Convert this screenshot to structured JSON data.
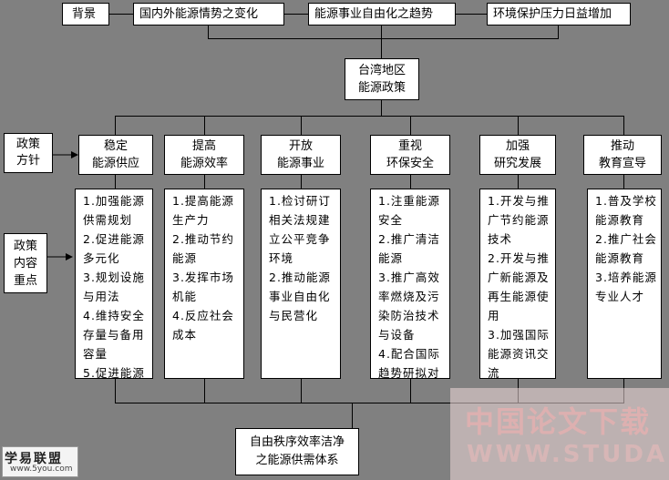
{
  "top_row": {
    "background": "背景",
    "factor_1": "国内外能源情势之变化",
    "factor_2": "能源事业自由化之趋势",
    "factor_3": "环境保护压力日益增加"
  },
  "center": {
    "line1": "台湾地区",
    "line2": "能源政策"
  },
  "policy_label": {
    "line1": "政策",
    "line2": "方针"
  },
  "content_label": {
    "line1": "政策",
    "line2": "内容",
    "line3": "重点"
  },
  "policies": [
    {
      "title": "稳定",
      "subtitle": "能源供应",
      "items": [
        "1.加强能源供需规划",
        "2.促进能源多元化",
        "3.规划设施与用法",
        "4.维持安全存量与备用容量",
        "5.促进能源"
      ]
    },
    {
      "title": "提高",
      "subtitle": "能源效率",
      "items": [
        "1.提高能源生产力",
        "2.推动节约能源",
        "3.发挥市场机能",
        "4.反应社会成本"
      ]
    },
    {
      "title": "开放",
      "subtitle": "能源事业",
      "items": [
        "1.检讨研订相关法规建立公平竞争环境",
        "2.推动能源事业自由化与民营化"
      ]
    },
    {
      "title": "重视",
      "subtitle": "环保安全",
      "items": [
        "1.注重能源安全",
        "2.推广清洁能源",
        "3.推广高效率燃烧及污染防治技术与设备",
        "4.配合国际趋势研拟对"
      ]
    },
    {
      "title": "加强",
      "subtitle": "研究发展",
      "items": [
        "1.开发与推广节约能源技术",
        "2.开发与推广新能源及再生能源使用",
        "3.加强国际能源资讯交流"
      ]
    },
    {
      "title": "推动",
      "subtitle": "教育宣导",
      "items": [
        "1.普及学校能源教育",
        "2.推广社会能源教育",
        "3.培养能源专业人才"
      ]
    }
  ],
  "goal": {
    "line1": "自由秩序效率洁净",
    "line2": "之能源供需体系"
  },
  "watermark": {
    "cn": "中国论文下载",
    "url": "WWW.STUDA.",
    "logo": "学易联盟",
    "logo_url": "www.5you.com"
  },
  "colors": {
    "background": "#808080",
    "box": "#ffffff",
    "line": "#000000",
    "watermark": "#e8b0b0"
  }
}
